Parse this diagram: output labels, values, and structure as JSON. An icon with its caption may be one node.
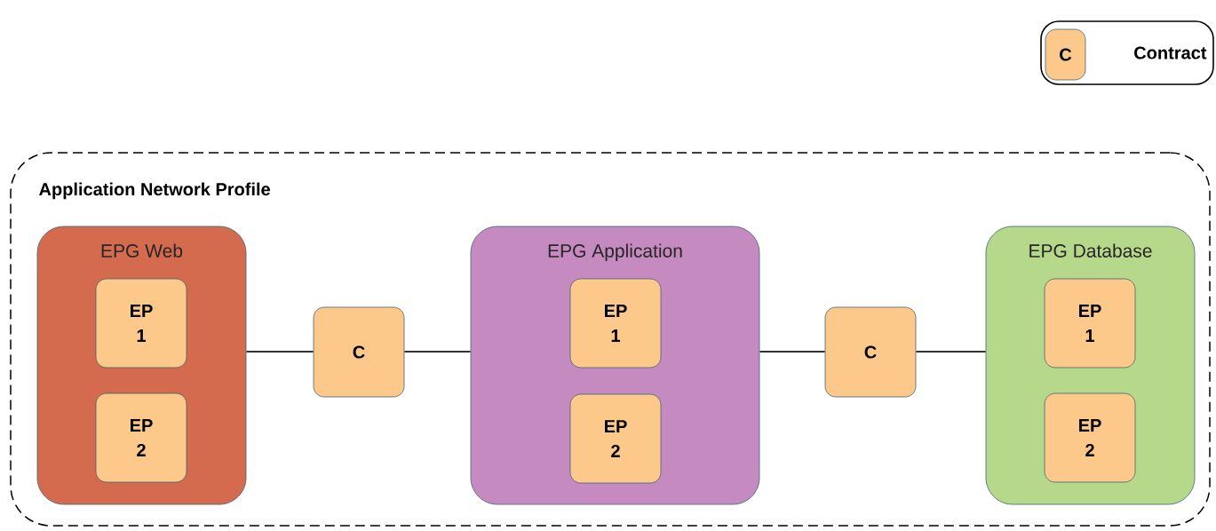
{
  "diagram": {
    "nodes": [
      {
        "text": [
          "Contract"
        ]
      },
      {
        "text": [
          "C"
        ],
        "in": 0
      },
      {
        "text": [
          "Application Network Profile"
        ]
      },
      {
        "text": [
          "EPG Web"
        ],
        "in": 2
      },
      {
        "text": [
          "EP 1"
        ],
        "in": 3
      },
      {
        "text": [
          "EP 2"
        ],
        "in": 3
      },
      {
        "text": [
          "C"
        ],
        "in": 2
      },
      {
        "text": [
          "EPG Application"
        ],
        "in": 2
      },
      {
        "text": [
          "EP 1"
        ],
        "in": 7
      },
      {
        "text": [
          "EP 2"
        ],
        "in": 7
      },
      {
        "text": [
          "C"
        ],
        "in": 2
      },
      {
        "text": [
          "EPG Database"
        ],
        "in": 2
      },
      {
        "text": [
          "EP 1"
        ],
        "in": 11
      },
      {
        "text": [
          "EP 2"
        ],
        "in": 11
      }
    ],
    "edges": [
      {
        "from": 3,
        "to": 6,
        "arrow": "none"
      },
      {
        "from": 6,
        "to": 7,
        "arrow": "none"
      },
      {
        "from": 7,
        "to": 10,
        "arrow": "none"
      },
      {
        "from": 10,
        "to": 11,
        "arrow": "none"
      }
    ]
  }
}
